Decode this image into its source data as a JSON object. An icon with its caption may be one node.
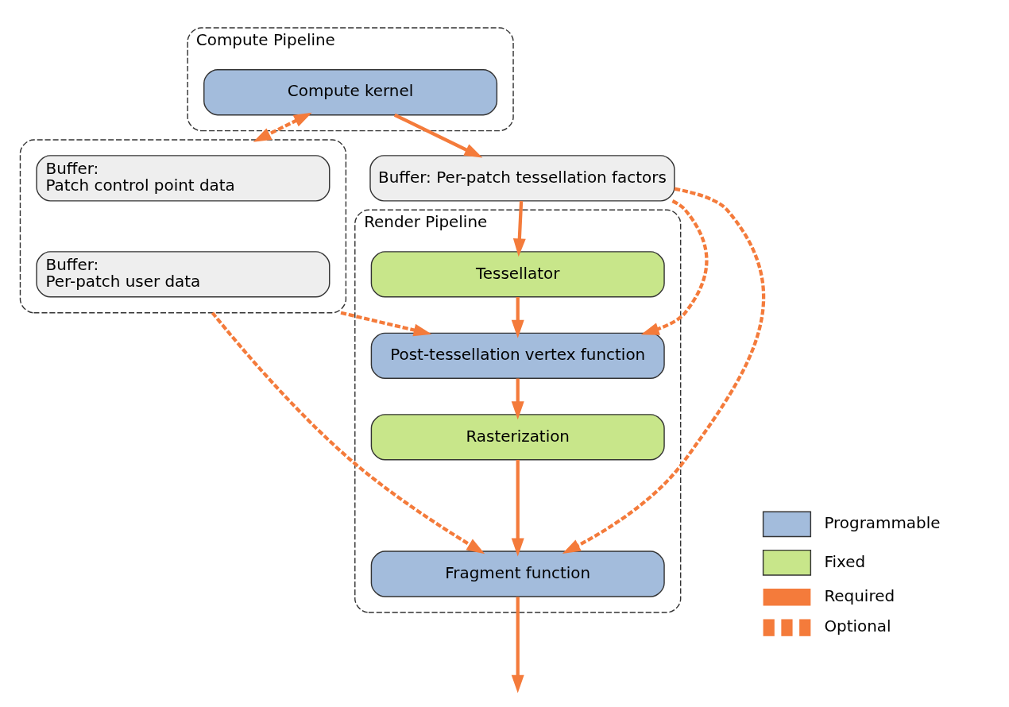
{
  "diagram": {
    "nodes": [
      {
        "text": [
          "Compute Pipeline"
        ]
      },
      {
        "text": [
          "Compute kernel"
        ],
        "in": 0
      },
      {
        "text": [
          "Buffer: Per-patch tessellation factors"
        ]
      },
      {
        "text": [
          "Render Pipeline"
        ]
      },
      {
        "text": [
          "Tessellator"
        ],
        "in": 3
      },
      {
        "text": [
          "Post-tessellation vertex function"
        ],
        "in": 3
      },
      {
        "text": [
          "Rasterization"
        ],
        "in": 3
      },
      {
        "text": [
          "Fragment function"
        ],
        "in": 3
      },
      {
        "text": [],
        "shape": "box"
      },
      {
        "text": [
          "Buffer: Patch control point data"
        ],
        "in": 8
      },
      {
        "text": [
          "Buffer: Per-patch user data"
        ],
        "in": 8
      }
    ],
    "edges": [
      {
        "from": 1,
        "to": 2,
        "arrow": "to"
      },
      {
        "from": 1,
        "to": 8,
        "arrow": "both",
        "style": "dashed"
      },
      {
        "from": 2,
        "to": 4,
        "arrow": "to"
      },
      {
        "from": 2,
        "to": 5,
        "arrow": "to",
        "style": "dashed"
      },
      {
        "from": 2,
        "to": 7,
        "arrow": "to",
        "style": "dashed"
      },
      {
        "from": 4,
        "to": 5,
        "arrow": "to"
      },
      {
        "from": 8,
        "to": 5,
        "arrow": "to",
        "style": "dashed"
      },
      {
        "from": 5,
        "to": 6,
        "arrow": "to"
      },
      {
        "from": 6,
        "to": 7,
        "arrow": "to"
      },
      {
        "from": 8,
        "to": 7,
        "arrow": "to",
        "style": "dashed"
      },
      {
        "from": 7,
        "to": null,
        "arrow": "to"
      }
    ],
    "legend": [
      {
        "text": "Programmable",
        "color": "#a3bcdc"
      },
      {
        "text": "Fixed",
        "color": "#c8e68a"
      },
      {
        "text": "Required"
      },
      {
        "text": "Optional"
      }
    ]
  }
}
